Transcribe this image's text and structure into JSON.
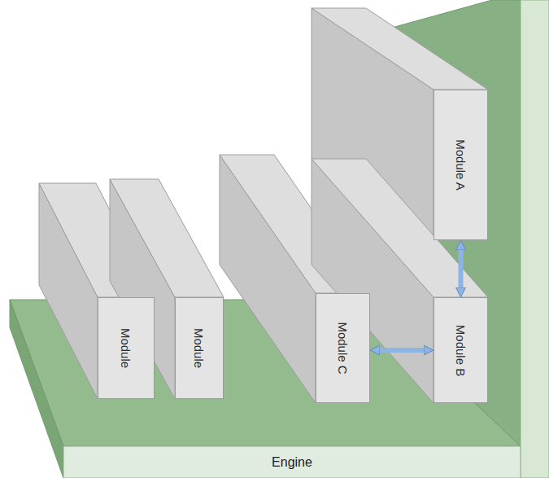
{
  "diagram": {
    "nodes": [
      {
        "text": [
          "Engine"
        ]
      },
      {
        "text": [
          "Module A"
        ],
        "in": 0
      },
      {
        "text": [
          "Module"
        ],
        "in": 0
      },
      {
        "text": [
          "Module"
        ],
        "in": 0
      },
      {
        "text": [
          "Module C"
        ],
        "in": 0
      },
      {
        "text": [
          "Module B"
        ],
        "in": 0
      }
    ],
    "edges": [
      {
        "from": 1,
        "to": 5,
        "arrow": "both"
      },
      {
        "from": 4,
        "to": 5,
        "arrow": "both"
      }
    ]
  }
}
